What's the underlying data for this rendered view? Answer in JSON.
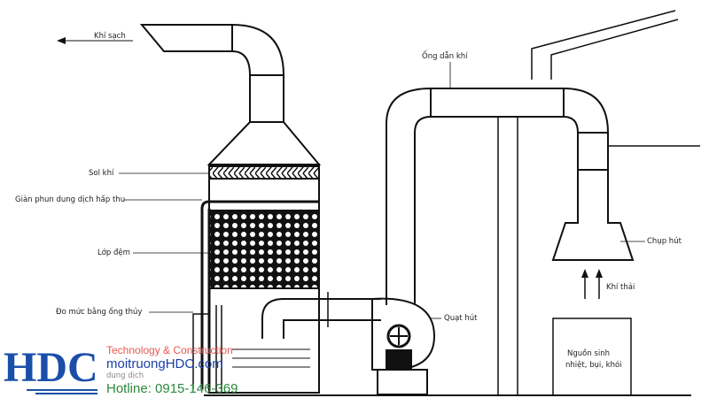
{
  "labels": {
    "clean_air": "Khí sạch",
    "duct": "Ống dẫn khí",
    "aerosol": "Sol khí",
    "sprayer": "Giàn phun dung dịch hấp thu",
    "packing": "Lớp đệm",
    "level_gauge": "Đo mức bằng ống thủy",
    "fan": "Quạt hút",
    "hood": "Chụp hút",
    "exhaust": "Khí thải",
    "source_line1": "Nguồn sinh",
    "source_line2": "nhiệt, bụi, khói",
    "solution": "dung dịch"
  },
  "logo": {
    "brand": "HDC",
    "tagline": "Technology & Construction",
    "website": "moitruongHDC.com",
    "hotline": "Hotline: 0915-146-369"
  },
  "colors": {
    "logo_blue": "#1a4fa8",
    "logo_red": "#e8574f",
    "logo_green": "#2a8a3a"
  }
}
